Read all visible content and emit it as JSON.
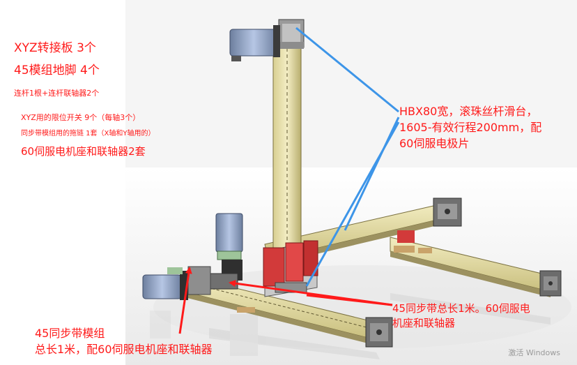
{
  "bom_notes": [
    "XYZ转接板  3个",
    "45模组地脚 4个",
    "连杆1根+连杆联轴器2个",
    "XYZ用的限位开关  9个（每轴3个）",
    "同步带模组用的拖链 1套（X轴和Y轴用的）",
    "60伺服电机座和联轴器2套"
  ],
  "callouts": {
    "z_axis": {
      "lines": [
        "HBX80宽，滚珠丝杆滑台，",
        "1605-有效行程200mm，配",
        "60伺服电极片"
      ]
    },
    "x_axis": {
      "lines": [
        "45同步带总长1米。60伺服电",
        "机座和联轴器"
      ]
    },
    "y_axis": {
      "lines": [
        "45同步带模组",
        "总长1米，配60伺服电机座和联轴器"
      ]
    }
  },
  "watermark": "激活 Windows",
  "colors": {
    "annotation_red": "#ff1a1a",
    "arrow_blue": "#3d95e8",
    "rail_yellow": "#e8dd9a",
    "carriage_red": "#d23a3a",
    "motor_blue": "#8aa0c8"
  }
}
